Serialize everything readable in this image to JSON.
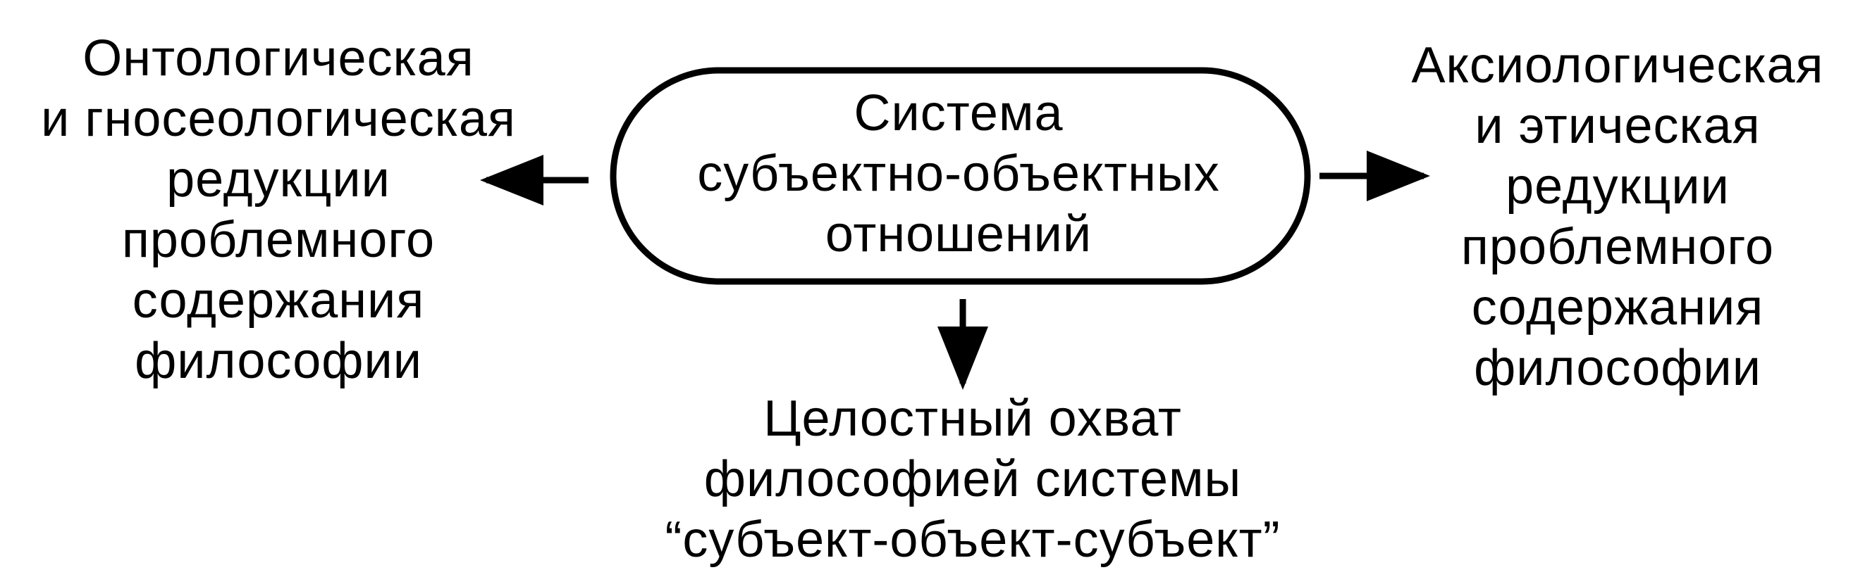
{
  "center": {
    "lines": [
      "Система",
      "субъектно-объектных",
      "отношений"
    ]
  },
  "left": {
    "lines": [
      "Онтологическая",
      "и гносеологическая",
      "редукции",
      "проблемного",
      "содержания",
      "философии"
    ]
  },
  "right": {
    "lines": [
      "Аксиологическая",
      "и этическая",
      "редукции",
      "проблемного",
      "содержания",
      "философии"
    ]
  },
  "bottom": {
    "lines": [
      "Целостный охват",
      "философией системы",
      "“субъект-объект-субъект”"
    ]
  }
}
